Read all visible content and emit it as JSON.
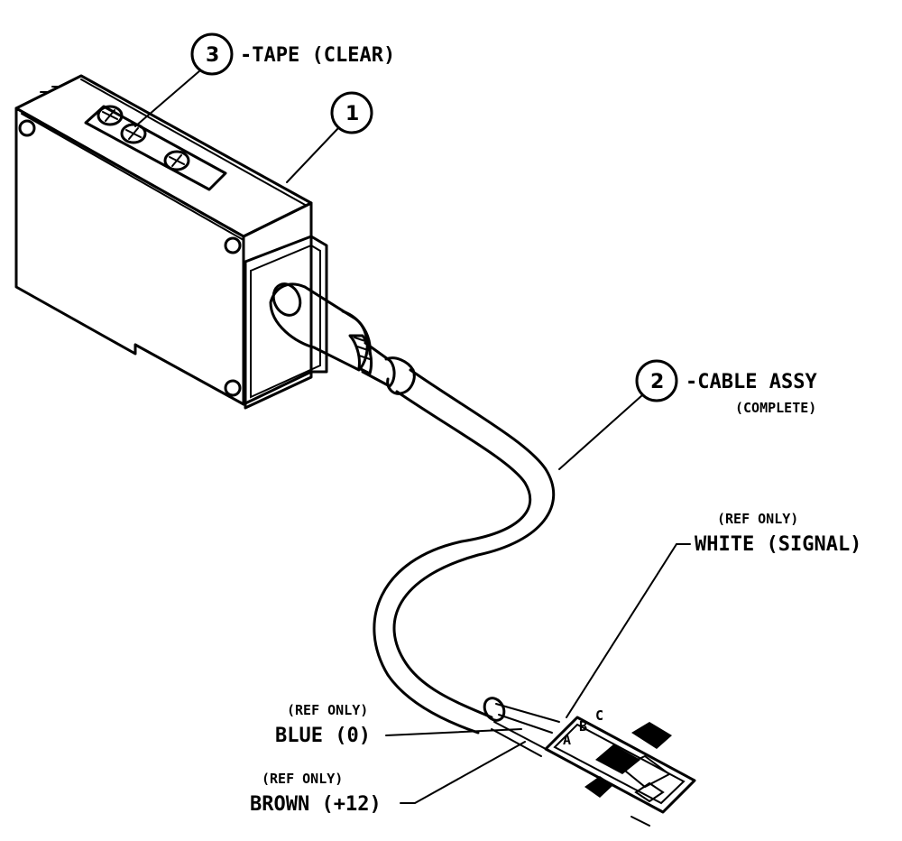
{
  "callouts": {
    "tape": {
      "number": "3",
      "text": "-TAPE (CLEAR)"
    },
    "sensor": {
      "number": "1"
    },
    "cable": {
      "number": "2",
      "text": "-CABLE ASSY",
      "subtext": "(COMPLETE)"
    }
  },
  "wires": {
    "white": {
      "ref": "(REF ONLY)",
      "label": "WHITE (SIGNAL)"
    },
    "blue": {
      "ref": "(REF ONLY)",
      "label": "BLUE (0)"
    },
    "brown": {
      "ref": "(REF ONLY)",
      "label": "BROWN (+12)"
    }
  },
  "connector_pins": [
    "A",
    "B",
    "C"
  ]
}
